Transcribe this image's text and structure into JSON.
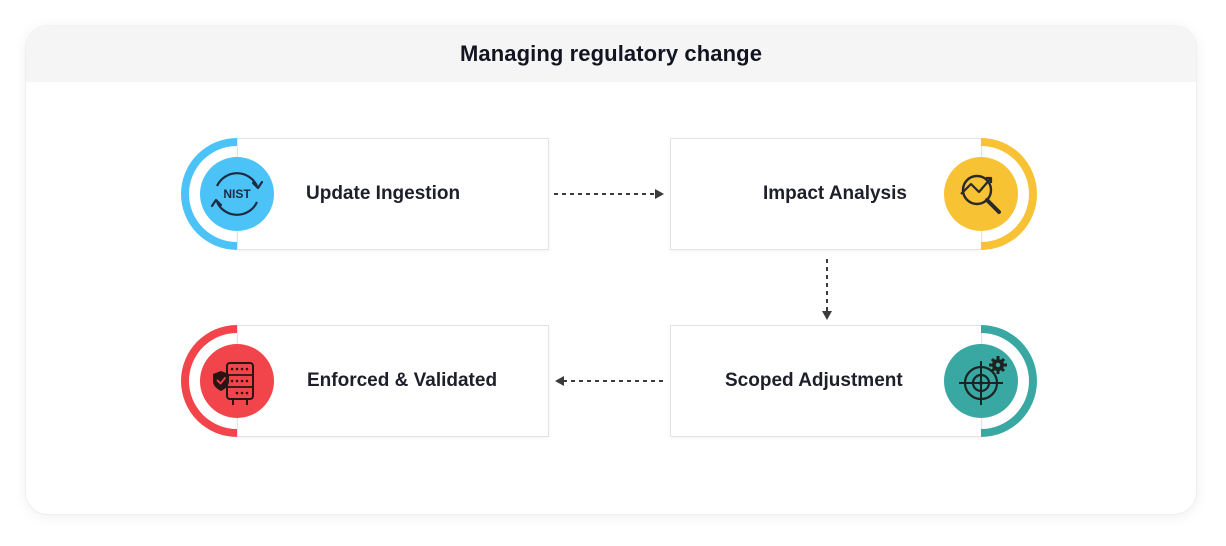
{
  "title": "Managing regulatory change",
  "steps": [
    {
      "label": "Update Ingestion",
      "icon": "nist-cycle-icon",
      "color": "#4cc3f7"
    },
    {
      "label": "Impact Analysis",
      "icon": "chart-magnifier-icon",
      "color": "#f7c233"
    },
    {
      "label": "Scoped Adjustment",
      "icon": "target-gear-icon",
      "color": "#3aa8a2"
    },
    {
      "label": "Enforced & Validated",
      "icon": "shield-server-icon",
      "color": "#f2444b"
    }
  ],
  "nist_text": "NIST",
  "colors": {
    "header_bg": "#f5f5f6",
    "text": "#1d1f2a",
    "arrow": "#3b3b3b"
  }
}
